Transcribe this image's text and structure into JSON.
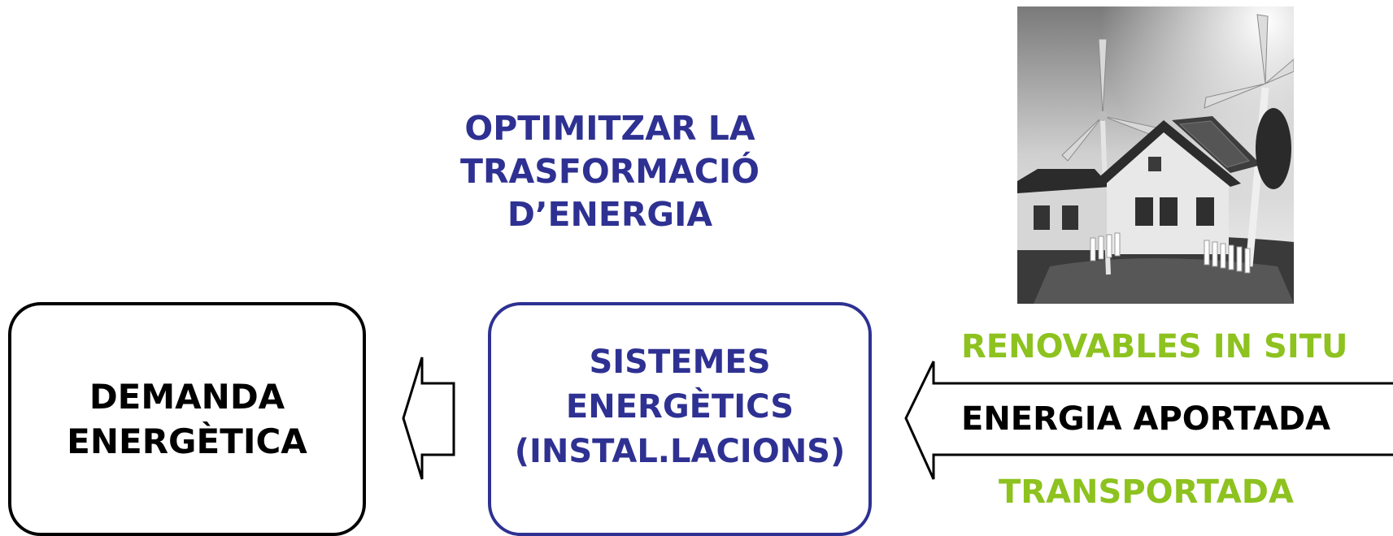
{
  "diagram": {
    "title_lines": [
      "OPTIMITZAR LA",
      "TRASFORMACIÓ",
      "D’ENERGIA"
    ],
    "demand_box": {
      "lines": [
        "DEMANDA",
        "ENERGÈTICA"
      ]
    },
    "systems_box": {
      "lines": [
        "SISTEMES",
        "ENERGÈTICS",
        "(INSTAL.LACIONS)"
      ]
    },
    "inputs": {
      "renewables": "RENOVABLES IN SITU",
      "supplied": "ENERGIA APORTADA",
      "transported": "TRANSPORTADA"
    },
    "colors": {
      "blue": "#2e3192",
      "green": "#8dc21f",
      "black": "#000000"
    },
    "illustration": "house-with-wind-turbines-and-solar-panels"
  }
}
